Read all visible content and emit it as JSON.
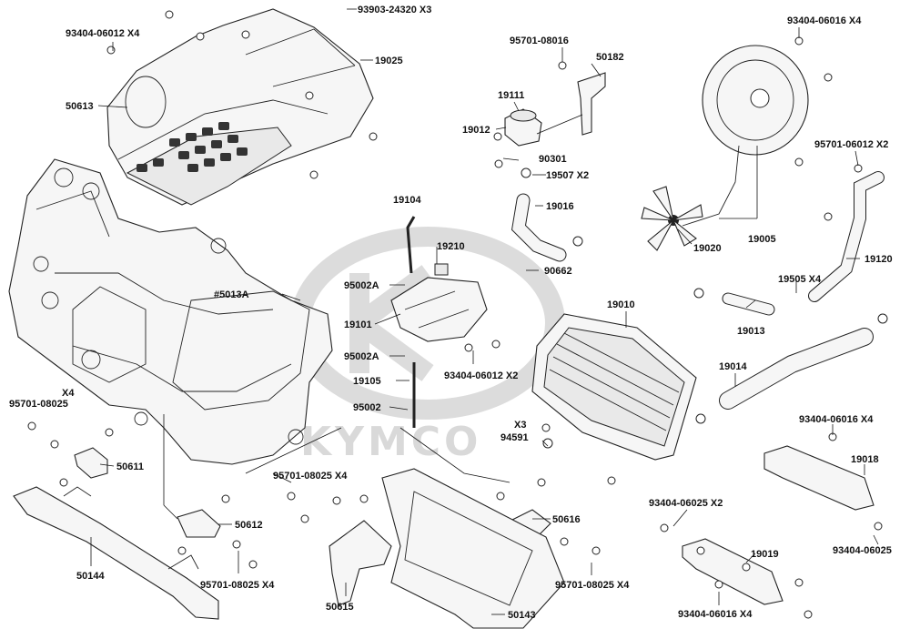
{
  "watermark": "KYMCO",
  "callouts": [
    "93903-24320 X3",
    "93404-06012 X4",
    "19025",
    "50613",
    "95701-08016",
    "50182",
    "93404-06016 X4",
    "19111",
    "19012",
    "90301",
    "19507 X2",
    "95701-06012 X2",
    "19104",
    "19016",
    "19210",
    "19020",
    "19005",
    "95002A",
    "90662",
    "19120",
    "#5013A",
    "19101",
    "19505 X4",
    "19010",
    "19013",
    "95002A",
    "93404-06012 X2",
    "19105",
    "19014",
    "X4",
    "95701-08025",
    "95002",
    "X3",
    "94591",
    "93404-06016 X4",
    "50611",
    "19018",
    "95701-08025 X4",
    "93404-06025 X2",
    "50612",
    "50616",
    "93404-06025",
    "19019",
    "50144",
    "95701-08025 X4",
    "95701-08025 X4",
    "50615",
    "50143",
    "93404-06016 X4"
  ]
}
